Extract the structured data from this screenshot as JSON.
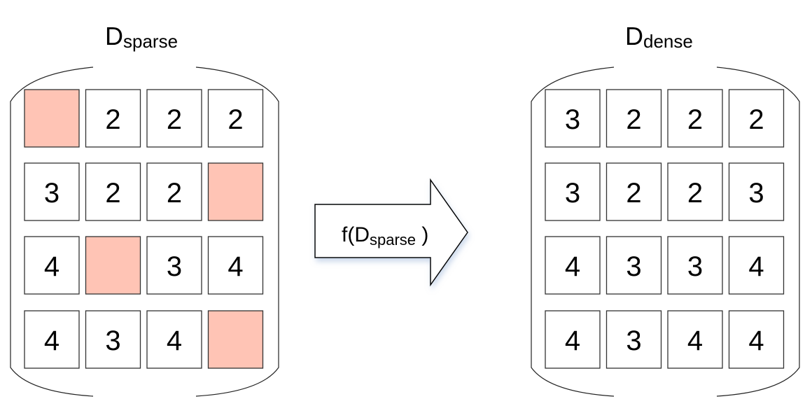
{
  "sparse": {
    "title_main": "D",
    "title_sub": "sparse",
    "missing_color": "#ffc4b5",
    "grid": [
      [
        null,
        2,
        2,
        2
      ],
      [
        3,
        2,
        2,
        null
      ],
      [
        4,
        null,
        3,
        4
      ],
      [
        4,
        3,
        4,
        null
      ]
    ]
  },
  "dense": {
    "title_main": "D",
    "title_sub": "dense",
    "grid": [
      [
        3,
        2,
        2,
        2
      ],
      [
        3,
        2,
        2,
        3
      ],
      [
        4,
        3,
        3,
        4
      ],
      [
        4,
        3,
        4,
        4
      ]
    ]
  },
  "arrow": {
    "label_prefix": "f(D",
    "label_sub": "sparse",
    "label_suffix": " )"
  }
}
